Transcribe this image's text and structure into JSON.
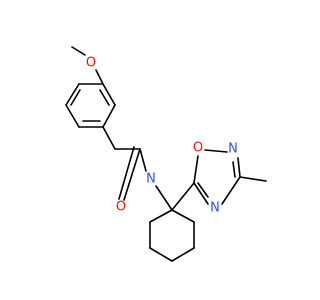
{
  "molecule": {
    "atoms": {
      "methoxy_o": {
        "text": "O",
        "color": "#ff0d0d"
      },
      "amide_o": {
        "text": "O",
        "color": "#ff0d0d"
      },
      "amide_n": {
        "text": "N",
        "color": "#3050f8"
      },
      "ring_o": {
        "text": "O",
        "color": "#ff0d0d"
      },
      "ring_n_top": {
        "text": "N",
        "color": "#3050f8"
      },
      "ring_n_bottom": {
        "text": "N",
        "color": "#3050f8"
      }
    },
    "bond_color": "#000000"
  }
}
